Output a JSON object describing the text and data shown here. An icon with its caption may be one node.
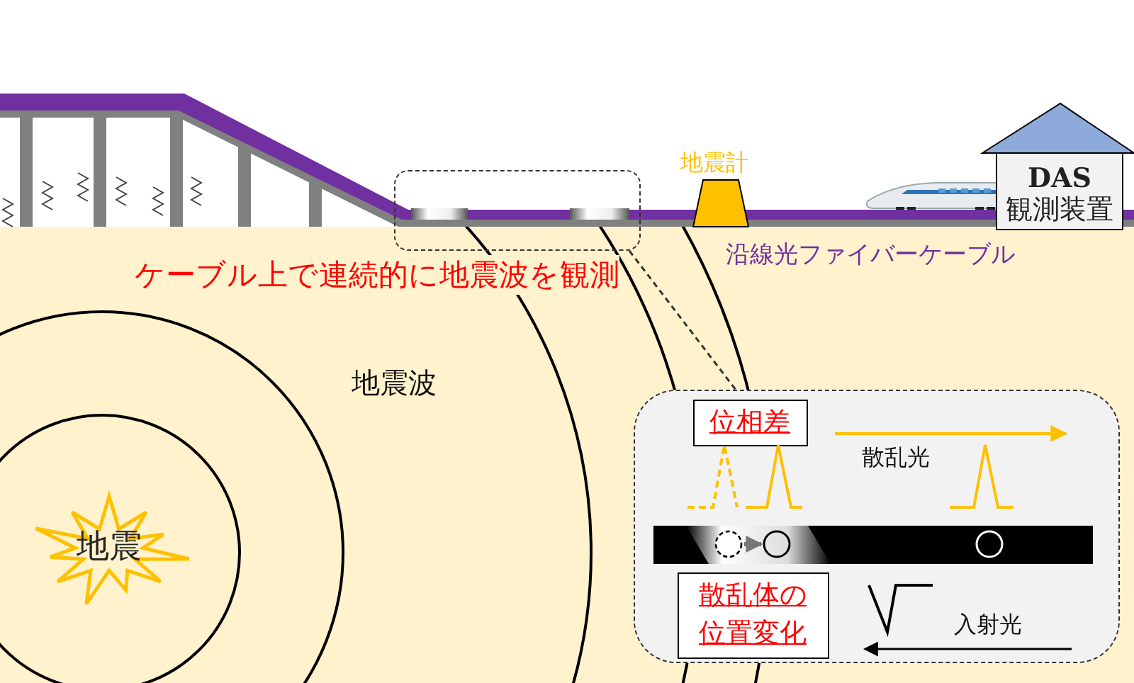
{
  "diagram": {
    "nodes": [
      {
        "text": [
          "**DAS** 観測装置"
        ]
      },
      {
        "text": [],
        "shape": "box"
      },
      {
        "text": [],
        "shape": "box"
      },
      {
        "text": [
          "位相差"
        ],
        "in": 2
      },
      {
        "text": [
          "散乱体の位置変化"
        ],
        "in": 2
      },
      {
        "text": [
          "地震"
        ]
      }
    ],
    "edges": [
      {
        "from": 1,
        "to": 2,
        "arrow": "none",
        "style": "dashed"
      }
    ],
    "labels": [
      "地震計",
      "ケーブル上で連続的に地震波を観測",
      "沿線光ファイバーケーブル",
      "地震波",
      "散乱光",
      "入射光"
    ]
  }
}
